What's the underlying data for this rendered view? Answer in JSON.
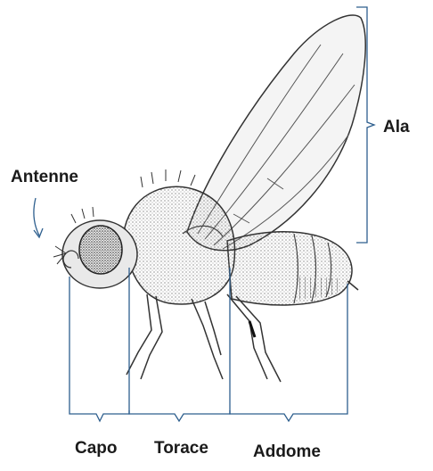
{
  "labels": {
    "antenne": "Antenne",
    "ala": "Ala",
    "capo": "Capo",
    "torace": "Torace",
    "addome": "Addome"
  },
  "colors": {
    "bracket": "#2e5f8e",
    "label": "#1a1a1a",
    "outline": "#333333"
  }
}
